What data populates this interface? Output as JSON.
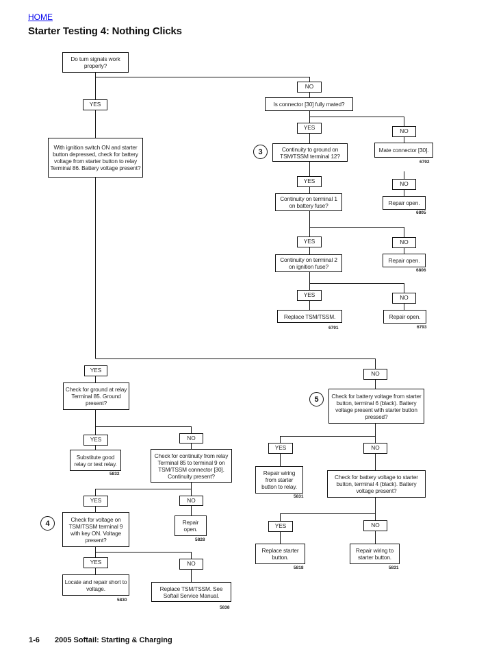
{
  "header": {
    "home_link": "HOME",
    "title": "Starter Testing 4: Nothing Clicks"
  },
  "flowchart": {
    "q_turn_signals": "Do turn signals work properly?",
    "yes": "YES",
    "no": "NO",
    "q_battery_voltage_86": "With ignition switch ON and starter button depressed, check for battery voltage from starter button to relay Terminal 86. Battery voltage present?",
    "q_connector_mated": "Is connector [30] fully mated?",
    "q_continuity_terminal12": "Continuity to ground on TSM/TSSM terminal 12?",
    "a_mate_connector": "Mate connector [30].",
    "q_continuity_battery_fuse": "Continuity on terminal 1 on battery fuse?",
    "a_repair_open": "Repair open.",
    "q_continuity_ignition_fuse": "Continuity on terminal 2 on ignition fuse?",
    "a_replace_tsm": "Replace TSM/TSSM.",
    "q_ground_85": "Check for ground at relay Terminal 85. Ground present?",
    "a_substitute_relay": "Substitute good relay or test relay.",
    "q_continuity_85_9": "Check for continuity from relay Terminal 85 to terminal 9 on TSM/TSSM connector [30]. Continuity present?",
    "a_repair_open_short": "Repair open.",
    "q_voltage_terminal9": "Check for voltage on TSM/TSSM terminal 9 with key ON. Voltage present?",
    "a_locate_short": "Locate and repair short to voltage.",
    "a_replace_tsm_manual": "Replace TSM/TSSM. See Softail Service Manual.",
    "q_starter_terminal6": "Check for battery voltage from starter button, terminal 6 (black). Battery voltage present with starter button pressed?",
    "a_repair_wiring_relay": "Repair wiring from starter button to relay.",
    "q_starter_terminal4": "Check for battery voltage to starter button, terminal 4 (black). Battery voltage present?",
    "a_replace_starter_button": "Replace starter button.",
    "a_repair_wiring_button": "Repair wiring to starter button.",
    "steps": [
      "3",
      "4",
      "5"
    ],
    "figure_numbers": {
      "mate": "6792",
      "repair_battery_fuse": "6805",
      "repair_ignition_fuse": "6806",
      "replace_tsm": "6791",
      "repair_open_final": "6793",
      "substitute_relay": "5832",
      "repair_open_85": "5828",
      "locate_short": "5830",
      "replace_tsm_manual": "5838",
      "repair_wiring_relay": "5831",
      "replace_starter_button": "5818",
      "repair_wiring_button": "5831"
    }
  },
  "footer": {
    "page_number": "1-6",
    "book_title": "2005 Softail: Starting & Charging"
  }
}
